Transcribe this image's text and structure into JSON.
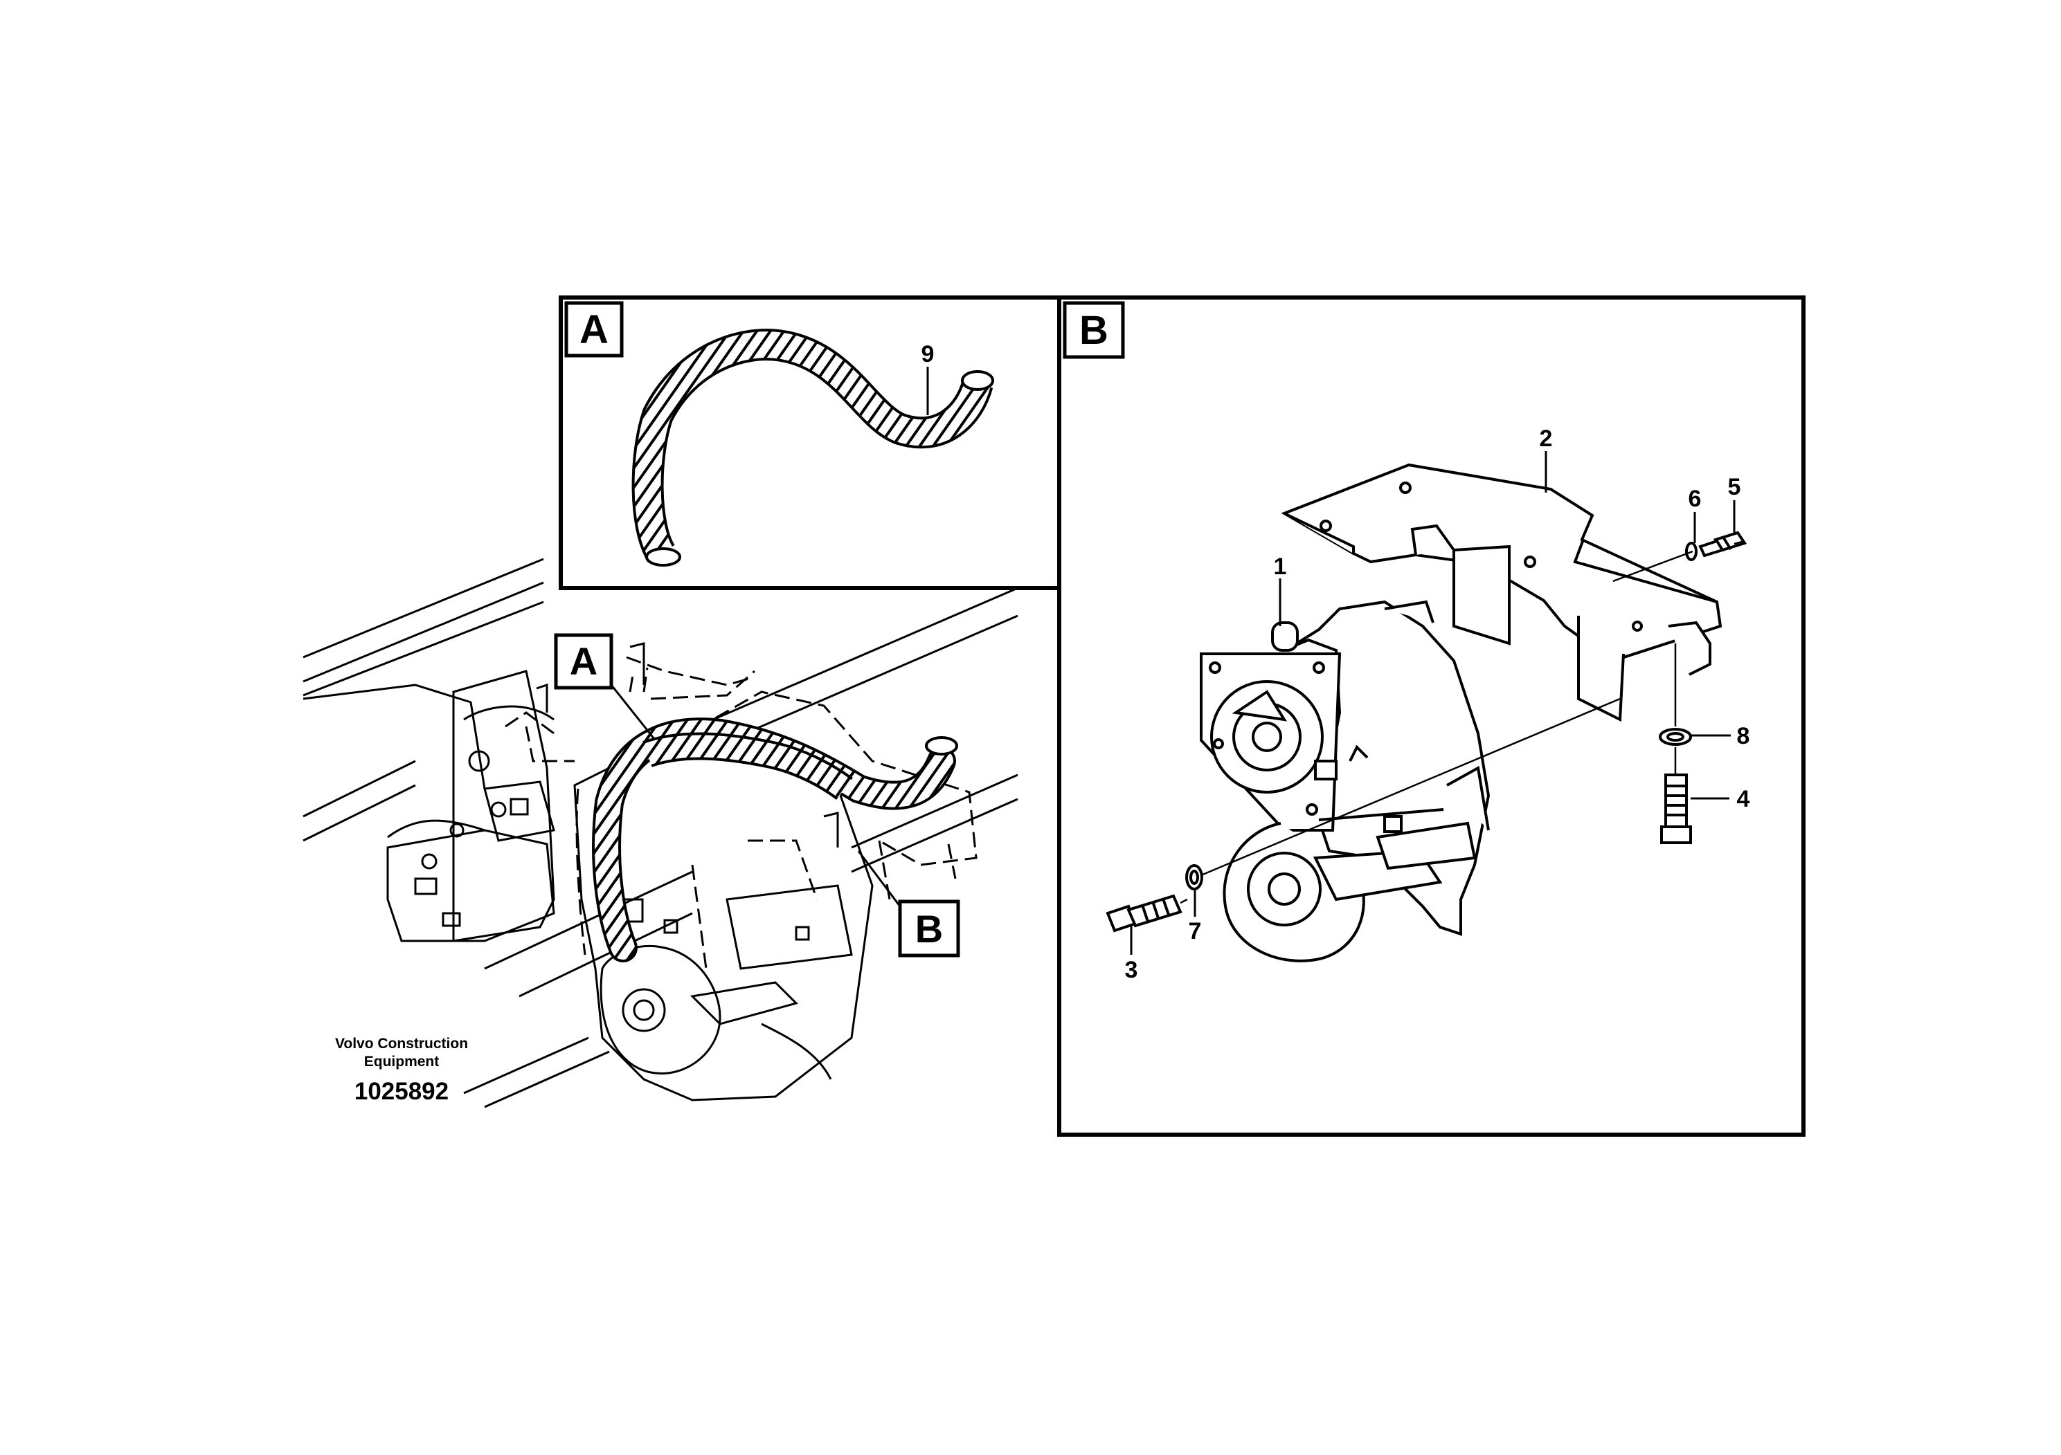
{
  "views": {
    "a": {
      "tag": "A"
    },
    "b": {
      "tag": "B"
    }
  },
  "callouts": {
    "hose": "9",
    "gearbox": "1",
    "bracket": "2",
    "side_bolt": "3",
    "bottom_bolt": "4",
    "top_bolt": "5",
    "top_washer": "6",
    "side_washer": "7",
    "bottom_washer": "8"
  },
  "overview": {
    "callout_a": "A",
    "callout_b": "B"
  },
  "credit": {
    "company_line1": "Volvo Construction",
    "company_line2": "Equipment",
    "figure_number": "1025892"
  }
}
